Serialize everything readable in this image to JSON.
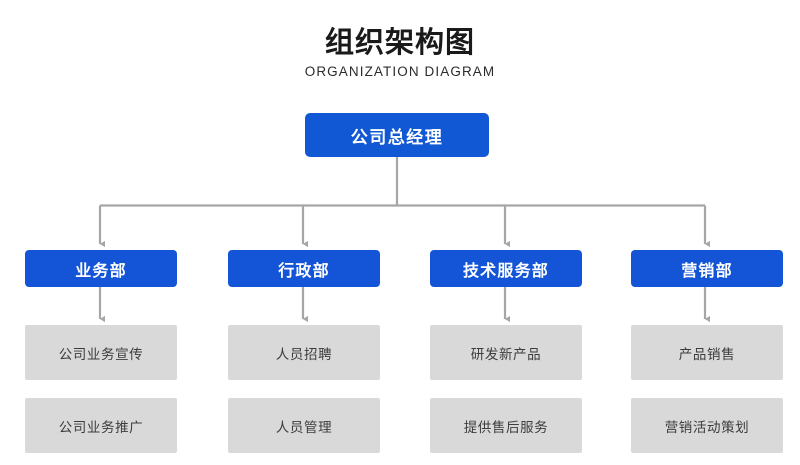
{
  "header": {
    "title": "组织架构图",
    "subtitle": "ORGANIZATION DIAGRAM"
  },
  "colors": {
    "root_fill": "#1158d4",
    "dept_fill": "#1355d6",
    "task_fill": "#d9d9d9",
    "connector": "#a6a6a6",
    "root_text": "#ffffff",
    "dept_text": "#ffffff",
    "task_text": "#3c3c3c",
    "background": "#ffffff"
  },
  "chart_data": {
    "type": "diagram",
    "title": "组织架构图",
    "subtitle": "ORGANIZATION DIAGRAM",
    "orientation": "top-down",
    "root": {
      "label": "公司总经理",
      "level": 0
    },
    "departments": [
      {
        "label": "业务部",
        "level": 1,
        "tasks": [
          "公司业务宣传",
          "公司业务推广"
        ]
      },
      {
        "label": "行政部",
        "level": 1,
        "tasks": [
          "人员招聘",
          "人员管理"
        ]
      },
      {
        "label": "技术服务部",
        "level": 1,
        "tasks": [
          "研发新产品",
          "提供售后服务"
        ]
      },
      {
        "label": "营销部",
        "level": 1,
        "tasks": [
          "产品销售",
          "营销活动策划"
        ]
      }
    ]
  },
  "nodes": {
    "root": "公司总经理",
    "dept_1": "业务部",
    "dept_2": "行政部",
    "dept_3": "技术服务部",
    "dept_4": "营销部",
    "task_1_1": "公司业务宣传",
    "task_1_2": "公司业务推广",
    "task_2_1": "人员招聘",
    "task_2_2": "人员管理",
    "task_3_1": "研发新产品",
    "task_3_2": "提供售后服务",
    "task_4_1": "产品销售",
    "task_4_2": "营销活动策划"
  }
}
